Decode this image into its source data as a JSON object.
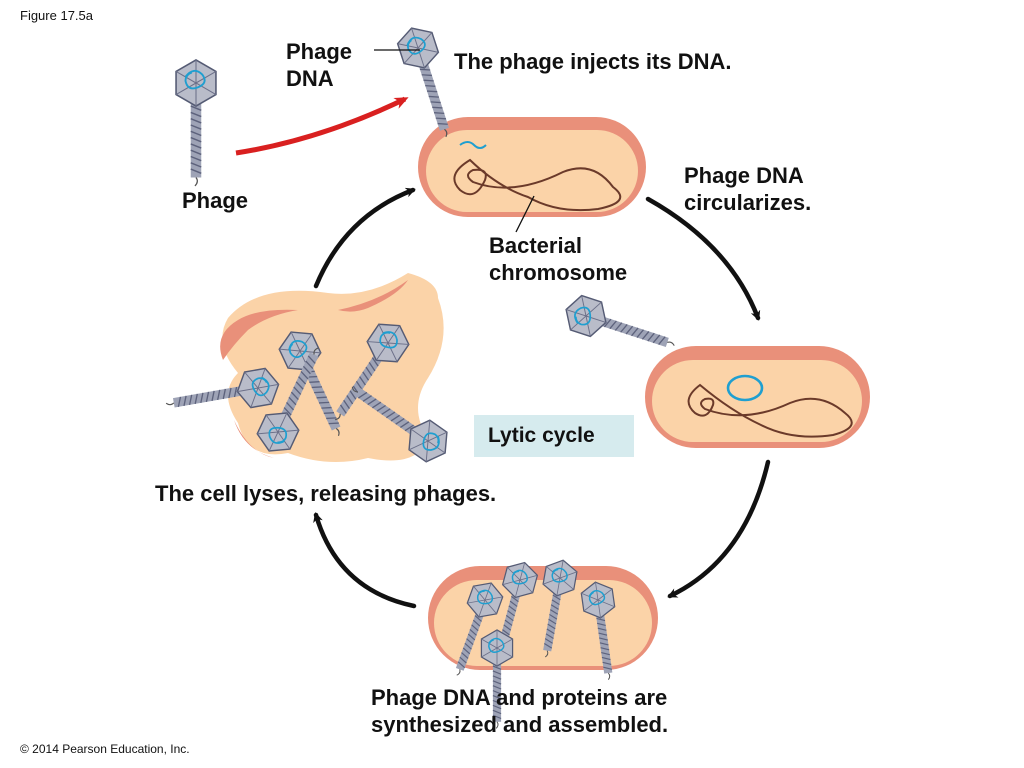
{
  "figure_label": "Figure 17.5a",
  "copyright": "© 2014 Pearson Education, Inc.",
  "labels": {
    "phage_dna_line1": "Phage",
    "phage_dna_line2": "DNA",
    "injects": "The phage injects its DNA.",
    "phage": "Phage",
    "circularizes_line1": "Phage DNA",
    "circularizes_line2": "circularizes.",
    "bacterial_line1": "Bacterial",
    "bacterial_line2": "chromosome",
    "lysis": "The cell lyses, releasing phages.",
    "synth_line1": "Phage DNA and proteins are",
    "synth_line2": "synthesized and assembled."
  },
  "cycle_title": "Lytic cycle",
  "colors": {
    "cell_outer": "#e9907a",
    "cell_inner": "#fbd3a8",
    "chromosome": "#6b3a2a",
    "phage_dna": "#1f9fd0",
    "arrow": "#111111",
    "inject_arrow": "#d92020",
    "capsid": "#b9bcc9",
    "tail": "#9ea3b6",
    "lytic_box": "#d6ebee"
  }
}
